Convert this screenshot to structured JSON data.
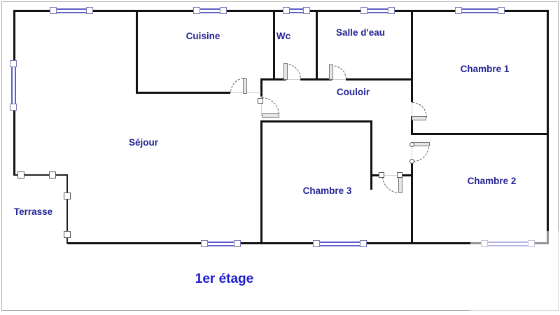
{
  "diagram": {
    "type": "floor-plan",
    "title": "1er étage",
    "rooms": [
      {
        "name": "Cuisine"
      },
      {
        "name": "Wc"
      },
      {
        "name": "Salle d'eau"
      },
      {
        "name": "Chambre 1"
      },
      {
        "name": "Couloir"
      },
      {
        "name": "Séjour"
      },
      {
        "name": "Chambre 3"
      },
      {
        "name": "Chambre 2"
      },
      {
        "name": "Terrasse"
      }
    ],
    "symbols": {
      "window_icon": "blue double line with square end posts",
      "door_icon": "grey leaf with dashed quarter-circle swing arc",
      "window_count": 9,
      "door_count": 7
    },
    "colors": {
      "room_label": "#232394",
      "title": "#1b1bd1",
      "wall": "#111111",
      "window_blue": "#5f5fc8",
      "window_post_border": "#7a7ab8",
      "door_leaf_border": "#777777",
      "door_arc": "#555555",
      "frame": "#a9a9a9",
      "background": "#ffffff"
    }
  }
}
